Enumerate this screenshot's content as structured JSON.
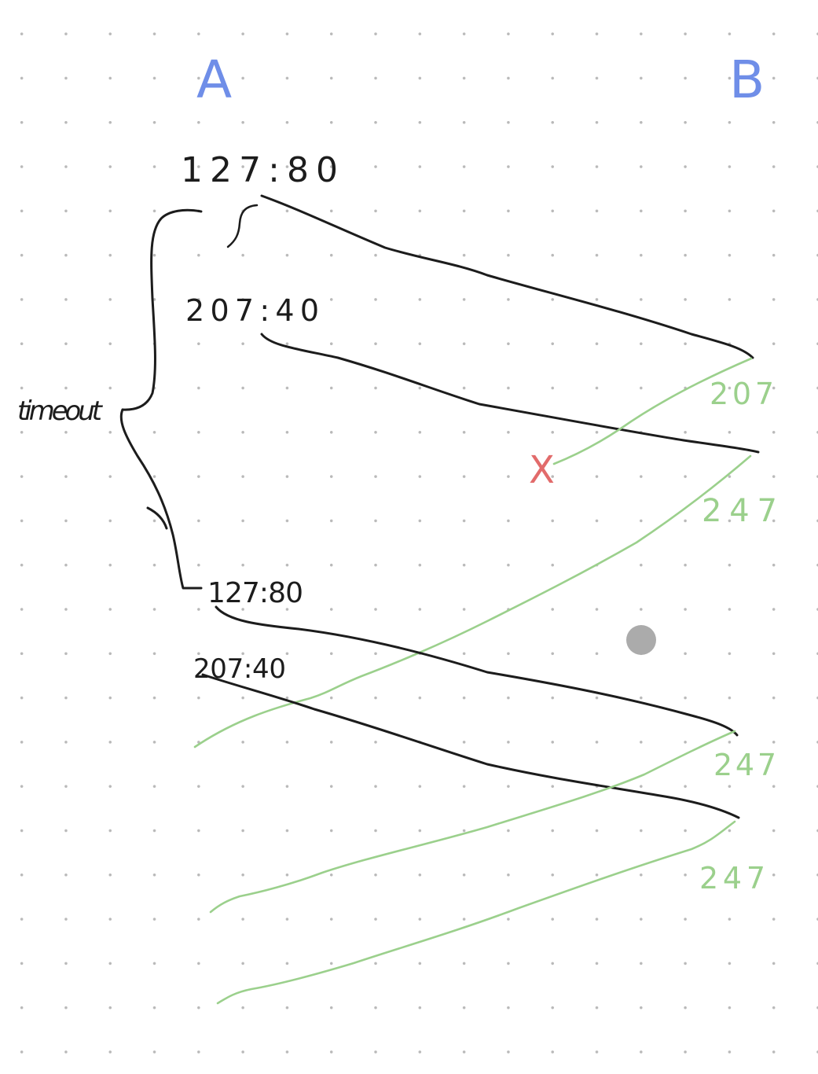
{
  "colors": {
    "ink": "#1c1c1c",
    "endpoint_label": "#6f8ee8",
    "reply": "#9bd08c",
    "lost": "#e26b6b",
    "pointer": "#ababab"
  },
  "endpoints": {
    "left": "A",
    "right": "B"
  },
  "first_attempt": {
    "segment_1": "127:80",
    "segment_2": "207:40"
  },
  "timeout_label": "timeout",
  "retransmission": {
    "segment_1": "127:80",
    "segment_2": "207:40"
  },
  "acks": {
    "ack_1": "207",
    "ack_2": "247",
    "ack_3": "247",
    "ack_4": "247"
  },
  "lost_marker": "X",
  "icons": {
    "pointer": "pointer-dot-icon"
  }
}
